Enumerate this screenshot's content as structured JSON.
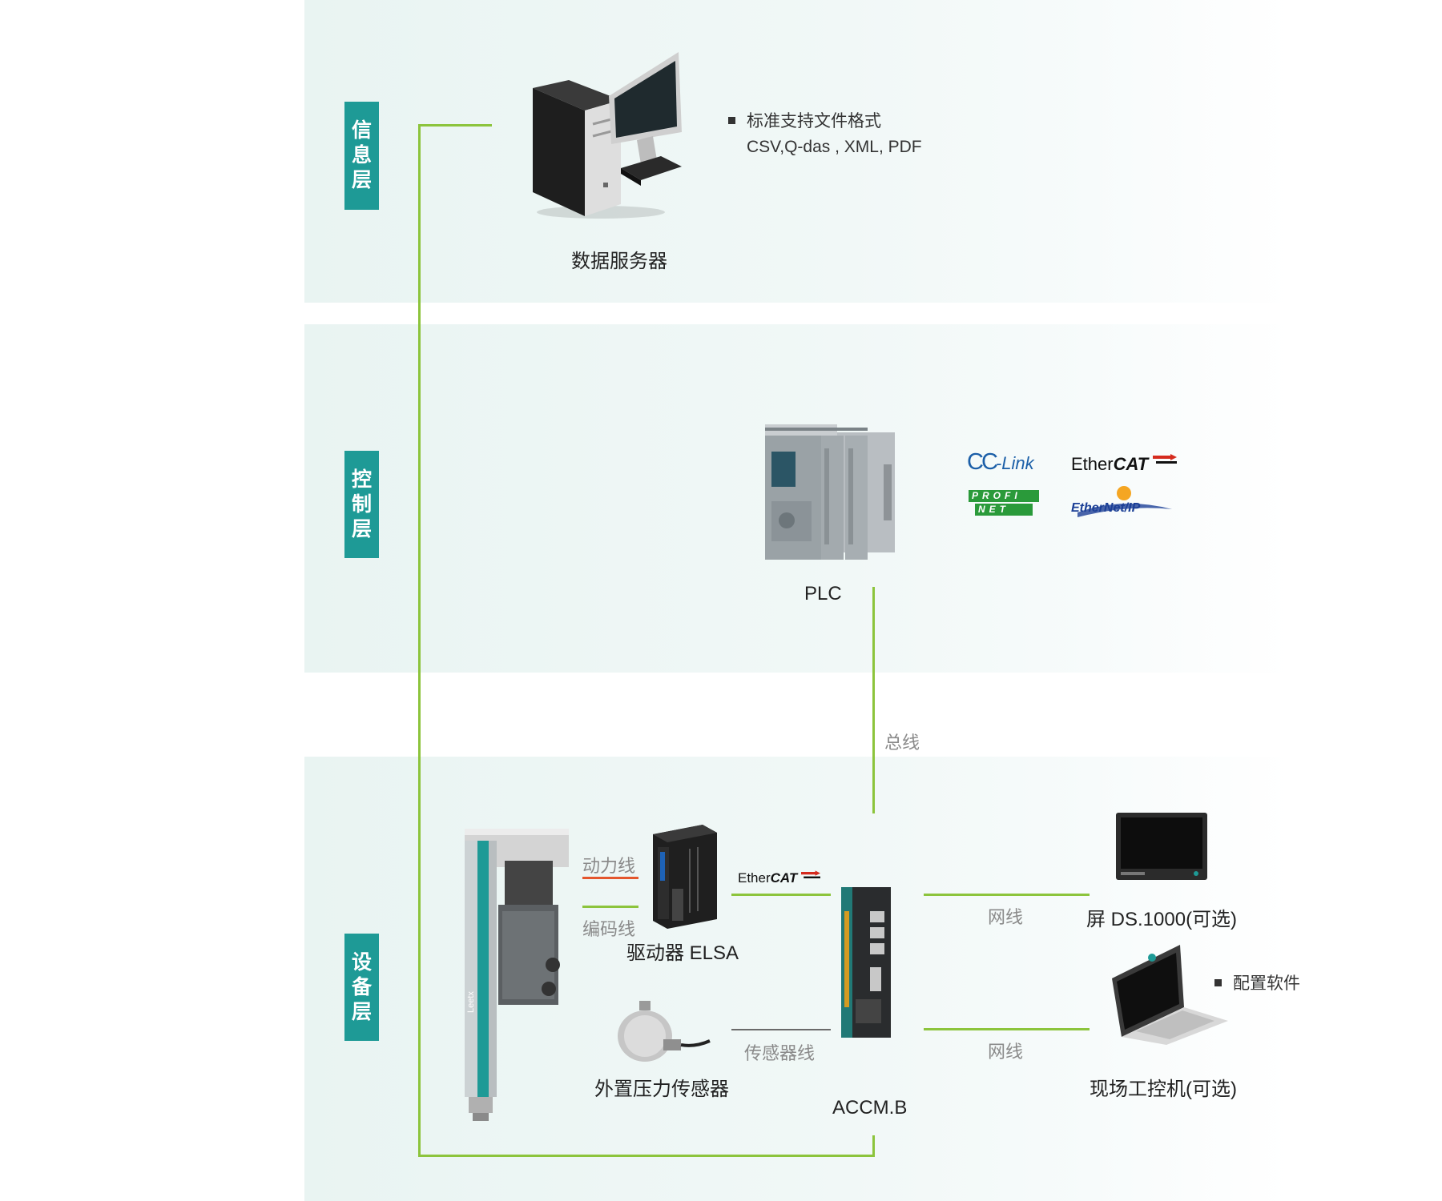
{
  "layers": [
    {
      "name": "信息层"
    },
    {
      "name": "控制层"
    },
    {
      "name": "设备层"
    }
  ],
  "devices": {
    "server": "数据服务器",
    "plc": "PLC",
    "driver": "驱动器 ELSA",
    "sensor": "外置压力传感器",
    "accm": "ACCM.B",
    "screen": "屏 DS.1000(可选)",
    "ipc": "现场工控机(可选)"
  },
  "notes": {
    "server_line1": "标准支持文件格式",
    "server_line2": "CSV,Q-das , XML, PDF",
    "ipc": "配置软件"
  },
  "connections": {
    "bus": "总线",
    "power": "动力线",
    "encoder": "编码线",
    "sensor": "传感器线",
    "net1": "网线",
    "net2": "网线"
  },
  "protocols": {
    "cclink_a": "CC",
    "cclink_b": "-Link",
    "ethercat_a": "Ether",
    "ethercat_b": "CAT",
    "profi": "PROFI",
    "net": "NET",
    "ethernetip": "EtherNet/IP"
  },
  "tool_brand": "Leetx",
  "colors": {
    "accent": "#1e9a96",
    "link_line": "#8cc43c",
    "power_line": "#e4562d",
    "sensor_line": "#6a6a6a",
    "layer_bg": "#e9f4f2"
  }
}
